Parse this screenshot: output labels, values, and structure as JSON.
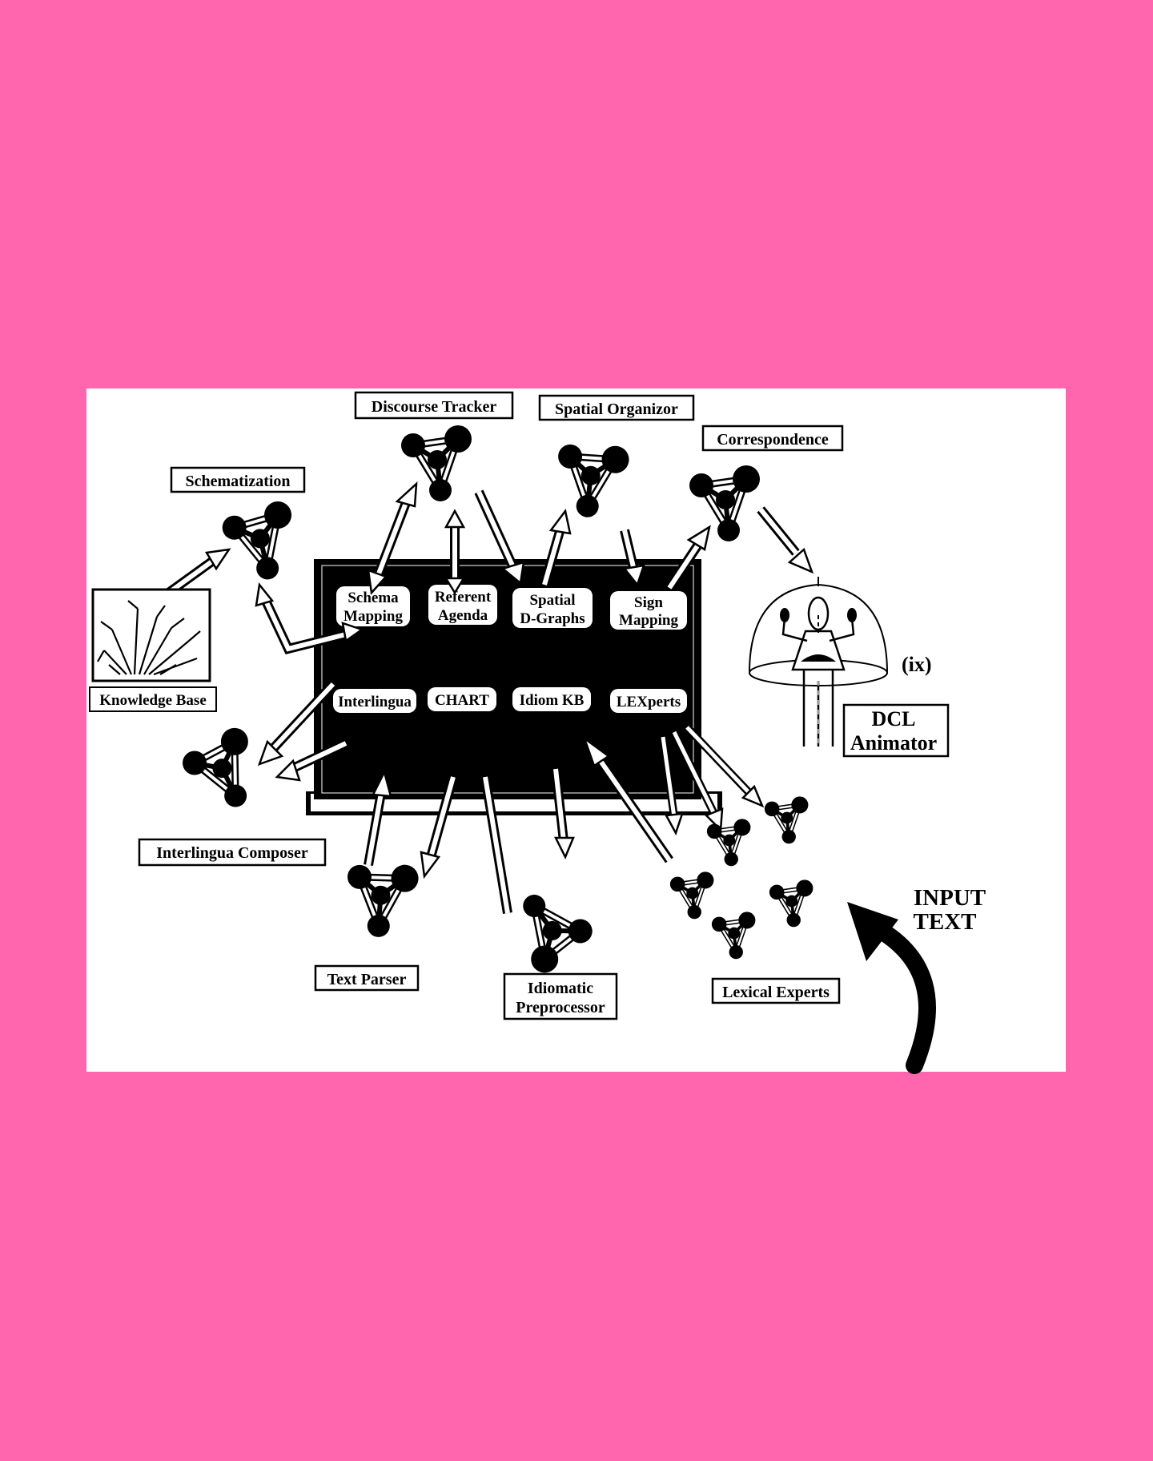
{
  "colors": {
    "background": "#ff66ad",
    "panel": "#ffffff",
    "ink": "#000000"
  },
  "labels": {
    "discourse_tracker": "Discourse Tracker",
    "spatial_organizor": "Spatial Organizor",
    "correspondence": "Correspondence",
    "schematization": "Schematization",
    "knowledge_base": "Knowledge Base",
    "interlingua_composer": "Interlingua Composer",
    "text_parser": "Text Parser",
    "idiomatic_preprocessor_line1": "Idiomatic",
    "idiomatic_preprocessor_line2": "Preprocessor",
    "lexical_experts": "Lexical Experts",
    "dcl_animator_line1": "DCL",
    "dcl_animator_line2": "Animator",
    "figure_marker": "(ix)",
    "input_text_line1": "INPUT",
    "input_text_line2": "TEXT"
  },
  "blackboard": {
    "row1": [
      {
        "line1": "Schema",
        "line2": "Mapping"
      },
      {
        "line1": "Referent",
        "line2": "Agenda"
      },
      {
        "line1": "Spatial",
        "line2": "D-Graphs"
      },
      {
        "line1": "Sign",
        "line2": "Mapping"
      }
    ],
    "row2": [
      "Interlingua",
      "CHART",
      "Idiom KB",
      "LEXperts"
    ]
  }
}
